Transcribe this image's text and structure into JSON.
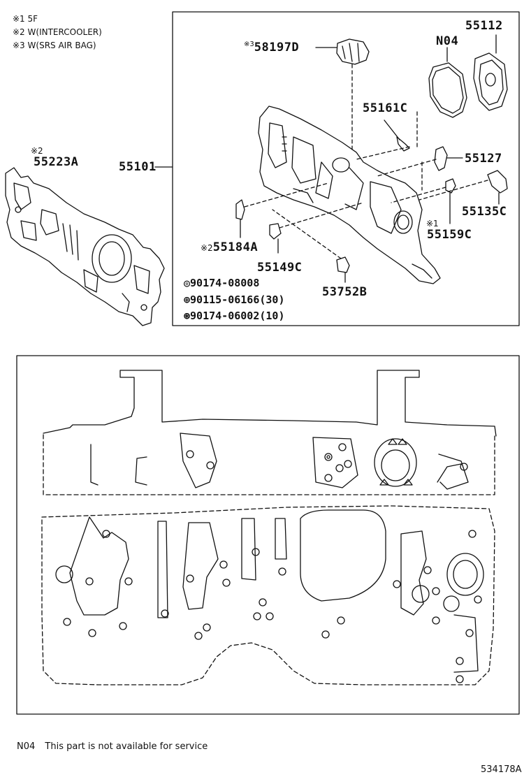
{
  "notes": [
    {
      "mark": "※1",
      "text": "5F"
    },
    {
      "mark": "※2",
      "text": "W(INTERCOOLER)"
    },
    {
      "mark": "※3",
      "text": "W(SRS AIR BAG)"
    }
  ],
  "parts": {
    "p55223A": {
      "mark": "※2",
      "code": "55223A"
    },
    "p55101": {
      "code": "55101"
    },
    "p58197D": {
      "mark": "※3",
      "code": "58197D"
    },
    "pN04": {
      "code": "N04"
    },
    "p55112": {
      "code": "55112"
    },
    "p55161C": {
      "code": "55161C"
    },
    "p55127": {
      "code": "55127"
    },
    "p55135C": {
      "code": "55135C"
    },
    "p55159C": {
      "mark": "※1",
      "code": "55159C"
    },
    "p55184A": {
      "mark": "※2",
      "code": "55184A"
    },
    "p55149C": {
      "code": "55149C"
    },
    "p53752B": {
      "code": "53752B"
    }
  },
  "fasteners": [
    {
      "symbol": "◎",
      "code": "90174-08008"
    },
    {
      "symbol": "⊕",
      "code": "90115-06166(30)"
    },
    {
      "symbol": "⊛",
      "code": "90174-06002(10)"
    }
  ],
  "footer": {
    "code": "N04",
    "text": "This part is not available for service",
    "diagram_id": "534178A"
  }
}
